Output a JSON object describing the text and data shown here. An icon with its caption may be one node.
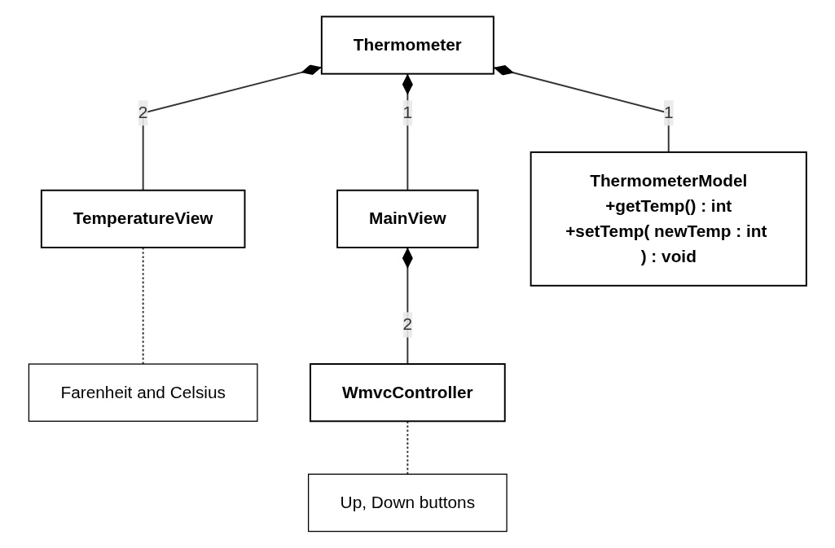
{
  "diagram": {
    "nodes": [
      {
        "text": [
          "Thermometer"
        ]
      },
      {
        "text": [
          "TemperatureView"
        ]
      },
      {
        "text": [
          "MainView"
        ]
      },
      {
        "text": [
          "ThermometerModel",
          "+getTemp() : int",
          "+setTemp( newTemp : int ) : void"
        ]
      },
      {
        "text": [
          "Farenheit and Celsius"
        ]
      },
      {
        "text": [
          "WmvcController"
        ]
      },
      {
        "text": [
          "Up, Down buttons"
        ]
      }
    ],
    "edges": [
      {
        "from": 0,
        "to": 1,
        "arrow": "other",
        "label": "2"
      },
      {
        "from": 0,
        "to": 2,
        "arrow": "other",
        "label": "1"
      },
      {
        "from": 0,
        "to": 3,
        "arrow": "other",
        "label": "1"
      },
      {
        "from": 2,
        "to": 5,
        "arrow": "other",
        "label": "2"
      },
      {
        "from": 1,
        "to": 4,
        "arrow": "none",
        "style": "dashed"
      },
      {
        "from": 5,
        "to": 6,
        "arrow": "none",
        "style": "dashed"
      }
    ]
  }
}
